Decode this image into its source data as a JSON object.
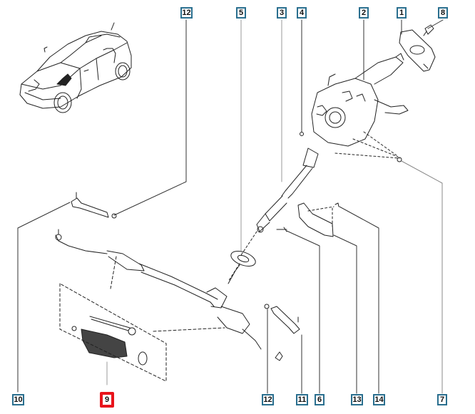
{
  "diagram": {
    "title": "Steering column and steering rack exploded view",
    "accent_color": "#2a6f8f",
    "selected_color": "#e8141b",
    "selected_part": "9",
    "callouts_top": [
      {
        "id": "12",
        "label": "12"
      },
      {
        "id": "5",
        "label": "5"
      },
      {
        "id": "3",
        "label": "3"
      },
      {
        "id": "4",
        "label": "4"
      },
      {
        "id": "2",
        "label": "2"
      },
      {
        "id": "1",
        "label": "1"
      },
      {
        "id": "8",
        "label": "8"
      }
    ],
    "callouts_bottom": [
      {
        "id": "10",
        "label": "10"
      },
      {
        "id": "9",
        "label": "9"
      },
      {
        "id": "12b",
        "label": "12"
      },
      {
        "id": "11",
        "label": "11"
      },
      {
        "id": "6",
        "label": "6"
      },
      {
        "id": "13",
        "label": "13"
      },
      {
        "id": "14",
        "label": "14"
      },
      {
        "id": "7",
        "label": "7"
      }
    ],
    "parts": {
      "vehicle": "vehicle-locator-icon",
      "column": "steering-column-icon",
      "shaft": "intermediate-shaft-icon",
      "rack": "steering-rack-icon",
      "boot_kit": "rack-boot-kit-icon"
    }
  }
}
